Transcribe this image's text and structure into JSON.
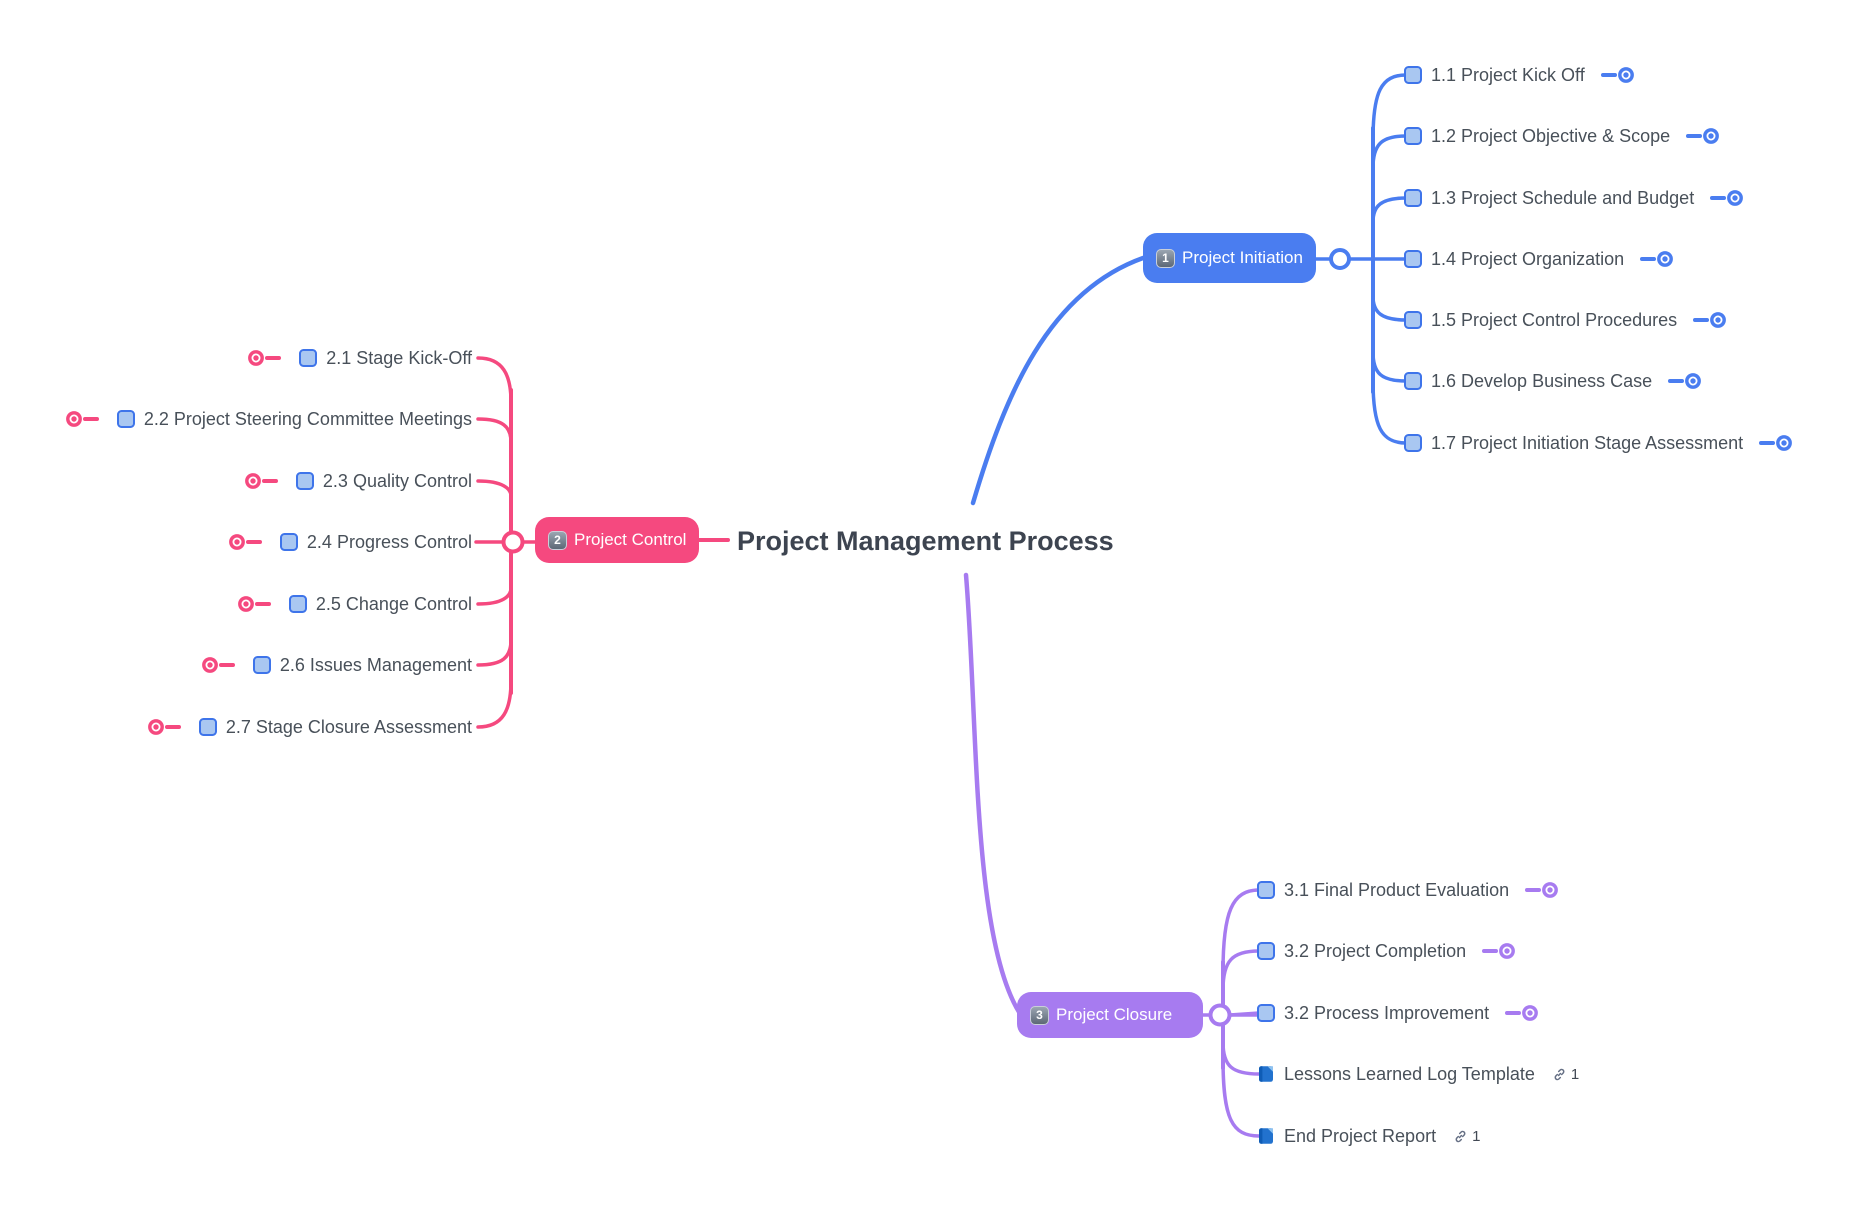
{
  "topic": {
    "title": "Project Management Process"
  },
  "branches": [
    {
      "name": "Project Initiation",
      "badge": "1",
      "color": "#4a7df0",
      "items": [
        {
          "icon": "checkbox-icon",
          "label": "1.1 Project Kick Off",
          "link_icon": "topic-link-icon"
        },
        {
          "icon": "checkbox-icon",
          "label": "1.2 Project Objective & Scope",
          "link_icon": "topic-link-icon"
        },
        {
          "icon": "checkbox-icon",
          "label": "1.3 Project Schedule and Budget",
          "link_icon": "topic-link-icon"
        },
        {
          "icon": "checkbox-icon",
          "label": "1.4 Project Organization",
          "link_icon": "topic-link-icon"
        },
        {
          "icon": "checkbox-icon",
          "label": "1.5 Project Control Procedures",
          "link_icon": "topic-link-icon"
        },
        {
          "icon": "checkbox-icon",
          "label": "1.6 Develop Business Case",
          "link_icon": "topic-link-icon"
        },
        {
          "icon": "checkbox-icon",
          "label": "1.7 Project Initiation Stage Assessment",
          "link_icon": "topic-link-icon"
        }
      ]
    },
    {
      "name": "Project Control",
      "badge": "2",
      "color": "#f5497f",
      "items": [
        {
          "icon": "checkbox-icon",
          "label": "2.1 Stage Kick-Off",
          "link_icon": "topic-link-icon"
        },
        {
          "icon": "checkbox-icon",
          "label": "2.2 Project Steering Committee Meetings",
          "link_icon": "topic-link-icon"
        },
        {
          "icon": "checkbox-icon",
          "label": "2.3 Quality Control",
          "link_icon": "topic-link-icon"
        },
        {
          "icon": "checkbox-icon",
          "label": "2.4 Progress Control",
          "link_icon": "topic-link-icon"
        },
        {
          "icon": "checkbox-icon",
          "label": "2.5 Change Control",
          "link_icon": "topic-link-icon"
        },
        {
          "icon": "checkbox-icon",
          "label": "2.6 Issues Management",
          "link_icon": "topic-link-icon"
        },
        {
          "icon": "checkbox-icon",
          "label": "2.7 Stage Closure Assessment",
          "link_icon": "topic-link-icon"
        }
      ]
    },
    {
      "name": "Project Closure",
      "badge": "3",
      "color": "#a77bf0",
      "items": [
        {
          "icon": "checkbox-icon",
          "label": "3.1 Final Product Evaluation",
          "link_icon": "topic-link-icon"
        },
        {
          "icon": "checkbox-icon",
          "label": "3.2 Project Completion",
          "link_icon": "topic-link-icon"
        },
        {
          "icon": "checkbox-icon",
          "label": "3.2 Process Improvement",
          "link_icon": "topic-link-icon"
        },
        {
          "icon": "book-icon",
          "label": "Lessons Learned Log Template",
          "link_icon": "hyperlink-icon",
          "link_count": "1"
        },
        {
          "icon": "book-icon",
          "label": "End Project Report",
          "link_icon": "hyperlink-icon",
          "link_count": "1"
        }
      ]
    }
  ],
  "colors": {
    "branch_blue": "#4a7df0",
    "branch_pink": "#f5497f",
    "branch_purple": "#a77bf0",
    "checkbox_fill": "#a9c7f1",
    "checkbox_border": "#3e74ea",
    "item_text": "#485059",
    "topic_text": "#3d4450",
    "badge_gray": "#5d6876"
  }
}
